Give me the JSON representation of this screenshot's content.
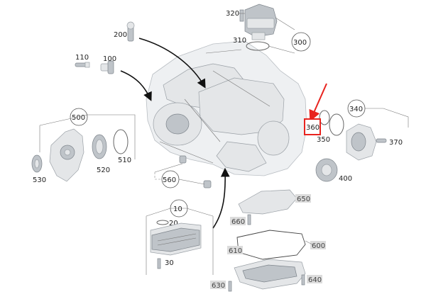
{
  "callouts": {
    "c10": "10",
    "c20": "20",
    "c30": "30",
    "c100": "100",
    "c110": "110",
    "c200": "200",
    "c300": "300",
    "c310": "310",
    "c320": "320",
    "c340": "340",
    "c350": "350",
    "c360": "360",
    "c370": "370",
    "c400": "400",
    "c500": "500",
    "c510": "510",
    "c520": "520",
    "c530": "530",
    "c560": "560",
    "c600": "600",
    "c610": "610",
    "c630": "630",
    "c640": "640",
    "c650": "650",
    "c660": "660"
  },
  "colors": {
    "highlight": "#e8231e",
    "badge": "#dcdcdc"
  }
}
